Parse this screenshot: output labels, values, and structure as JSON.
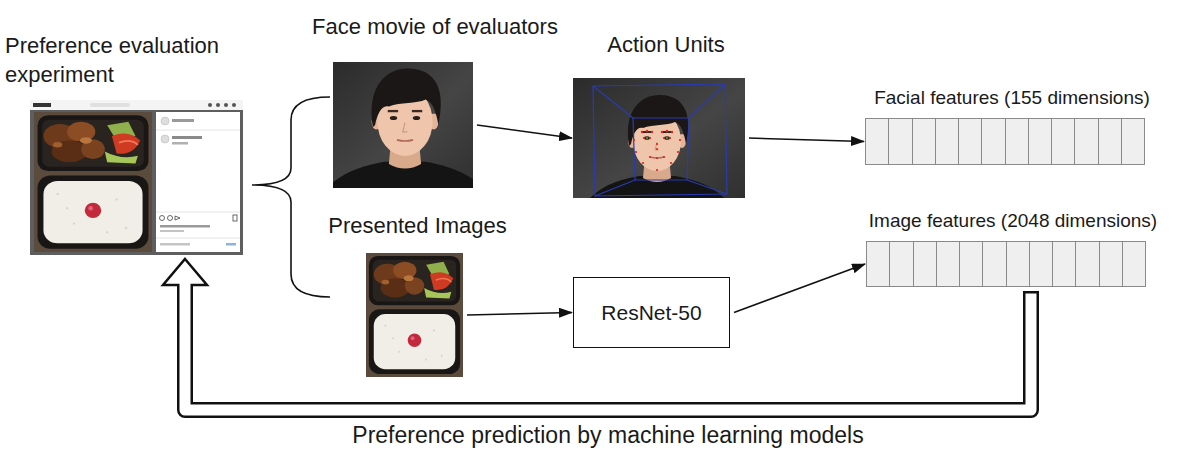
{
  "diagram": {
    "nodes": [
      {
        "text": [
          "Preference evaluation experiment"
        ]
      },
      {
        "text": [
          "Face movie of evaluators"
        ]
      },
      {
        "text": [
          "Action Units"
        ]
      },
      {
        "text": [
          "Facial features (155 dimensions)"
        ]
      },
      {
        "text": [
          "Presented Images"
        ]
      },
      {
        "text": [
          "ResNet-50"
        ]
      },
      {
        "text": [
          "Image features (2048 dimensions)"
        ]
      }
    ],
    "edges": [
      {
        "from": 1,
        "to": 2,
        "arrow": "to"
      },
      {
        "from": 2,
        "to": 3,
        "arrow": "to"
      },
      {
        "from": 4,
        "to": 5,
        "arrow": "to"
      },
      {
        "from": 5,
        "to": 6,
        "arrow": "to"
      },
      {
        "from": 6,
        "to": 0,
        "arrow": "to",
        "label": "Preference prediction by machine learning models"
      }
    ]
  }
}
